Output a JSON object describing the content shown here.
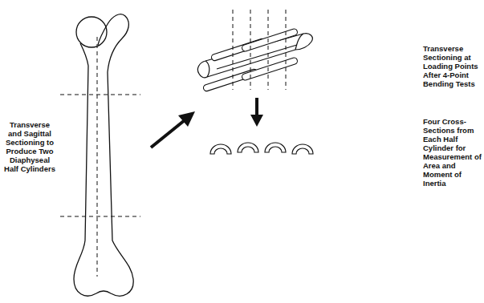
{
  "diagram": {
    "labels": [
      "Transverse and Sagittal Sectioning to Produce Two Diaphyseal Half Cylinders",
      "Transverse Sectioning at Loading Points After 4-Point Bending Tests",
      "Four Cross-Sections from Each Half Cylinder for Measurement of Area and Moment of Inertia"
    ]
  }
}
